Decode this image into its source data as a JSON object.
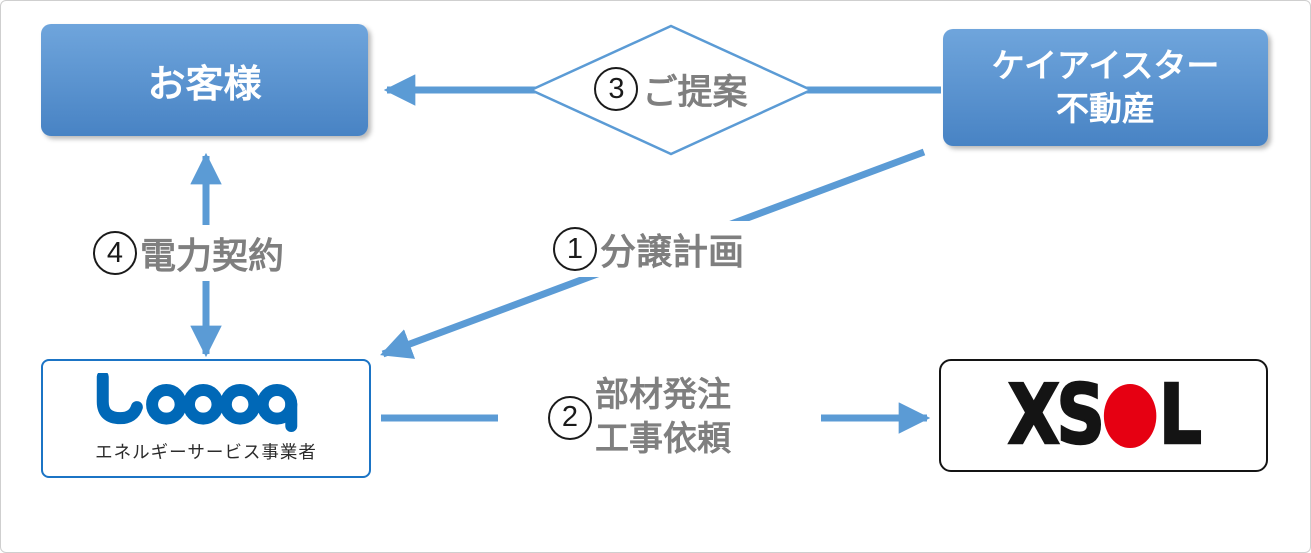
{
  "colors": {
    "accent-blue": "#5B9BD5",
    "box-top": "#6FA5DC",
    "box-bottom": "#4883C4",
    "looop-blue": "#0068B7",
    "xsol-red": "#E60012",
    "label-gray": "#7F7F7F"
  },
  "nodes": {
    "customer": {
      "label": "お客様"
    },
    "kistar": {
      "line1": "ケイアイスター",
      "line2": "不動産"
    },
    "looop": {
      "logo_text": "Looop",
      "caption": "エネルギーサービス事業者"
    },
    "xsol": {
      "logo_prefix": "XS",
      "logo_suffix": "L"
    }
  },
  "edges": {
    "plan": {
      "number": "1",
      "label": "分譲計画"
    },
    "order": {
      "number": "2",
      "label_line1": "部材発注",
      "label_line2": "工事依頼"
    },
    "proposal": {
      "number": "3",
      "label": "ご提案"
    },
    "power": {
      "number": "4",
      "label": "電力契約"
    }
  }
}
